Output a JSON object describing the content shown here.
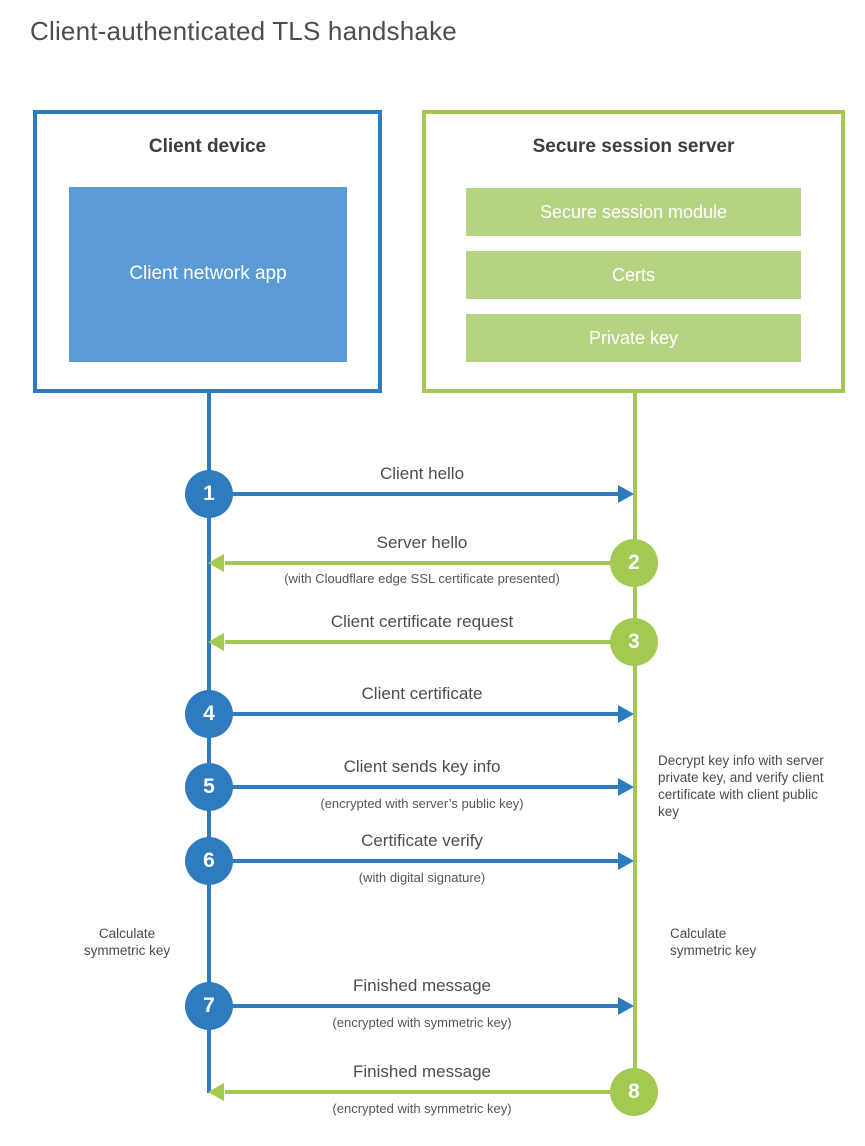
{
  "page": {
    "title": "Client-authenticated TLS handshake"
  },
  "client": {
    "title": "Client device",
    "app_label": "Client network app"
  },
  "server": {
    "title": "Secure session server",
    "modules": [
      "Secure session module",
      "Certs",
      "Private key"
    ]
  },
  "steps": [
    {
      "num": "1",
      "from": "client",
      "to": "server",
      "label": "Client hello",
      "subtitle": ""
    },
    {
      "num": "2",
      "from": "server",
      "to": "client",
      "label": "Server hello",
      "subtitle": "(with Cloudflare edge SSL certificate presented)"
    },
    {
      "num": "3",
      "from": "server",
      "to": "client",
      "label": "Client certificate request",
      "subtitle": ""
    },
    {
      "num": "4",
      "from": "client",
      "to": "server",
      "label": "Client certificate",
      "subtitle": ""
    },
    {
      "num": "5",
      "from": "client",
      "to": "server",
      "label": "Client sends key info",
      "subtitle": "(encrypted with server’s public key)"
    },
    {
      "num": "6",
      "from": "client",
      "to": "server",
      "label": "Certificate verify",
      "subtitle": "(with digital signature)"
    },
    {
      "num": "7",
      "from": "client",
      "to": "server",
      "label": "Finished message",
      "subtitle": "(encrypted with symmetric key)"
    },
    {
      "num": "8",
      "from": "server",
      "to": "client",
      "label": "Finished message",
      "subtitle": "(encrypted with symmetric key)"
    }
  ],
  "annotations": {
    "decrypt_note": "Decrypt key info with server private key, and verify client certificate with client public key",
    "calculate_left": "Calculate symmetric key",
    "calculate_right": "Calculate symmetric key"
  },
  "colors": {
    "blue": "#2e7cbf",
    "blue_fill": "#5b9bd5",
    "green": "#a2ca52",
    "green_fill": "#b5d383"
  }
}
